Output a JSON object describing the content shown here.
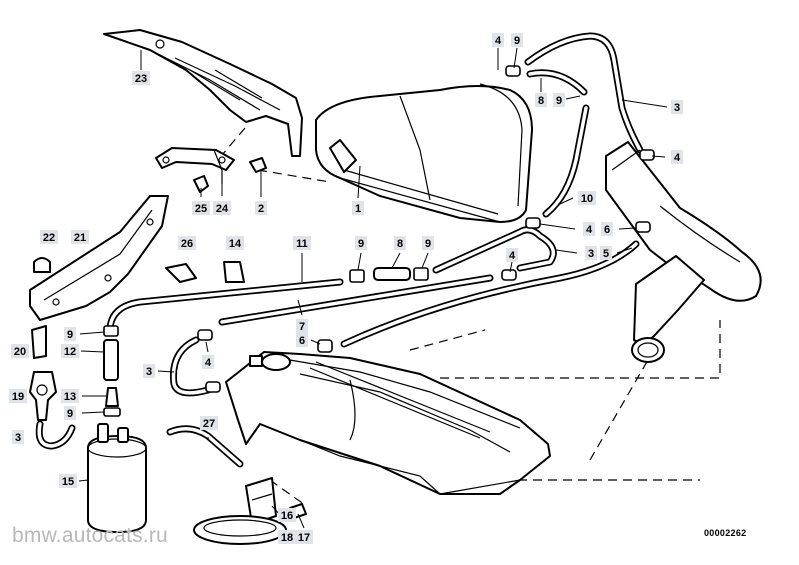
{
  "diagram": {
    "number": "00002262",
    "watermark": "bmw.autocats.ru",
    "callouts": [
      {
        "id": "c23",
        "label": "23"
      },
      {
        "id": "c25",
        "label": "25"
      },
      {
        "id": "c24",
        "label": "24"
      },
      {
        "id": "c2",
        "label": "2"
      },
      {
        "id": "c1",
        "label": "1"
      },
      {
        "id": "c4a",
        "label": "4"
      },
      {
        "id": "c9a",
        "label": "9"
      },
      {
        "id": "c8a",
        "label": "8"
      },
      {
        "id": "c9b",
        "label": "9"
      },
      {
        "id": "c3a",
        "label": "3"
      },
      {
        "id": "c4b",
        "label": "4"
      },
      {
        "id": "c10",
        "label": "10"
      },
      {
        "id": "c4c",
        "label": "4"
      },
      {
        "id": "c3b",
        "label": "3"
      },
      {
        "id": "c6a",
        "label": "6"
      },
      {
        "id": "c5",
        "label": "5"
      },
      {
        "id": "c4d",
        "label": "4"
      },
      {
        "id": "c22",
        "label": "22"
      },
      {
        "id": "c21",
        "label": "21"
      },
      {
        "id": "c26",
        "label": "26"
      },
      {
        "id": "c14",
        "label": "14"
      },
      {
        "id": "c11",
        "label": "11"
      },
      {
        "id": "c9c",
        "label": "9"
      },
      {
        "id": "c8b",
        "label": "8"
      },
      {
        "id": "c9d",
        "label": "9"
      },
      {
        "id": "c7",
        "label": "7"
      },
      {
        "id": "c6b",
        "label": "6"
      },
      {
        "id": "c9e",
        "label": "9"
      },
      {
        "id": "c12",
        "label": "12"
      },
      {
        "id": "c20",
        "label": "20"
      },
      {
        "id": "c19",
        "label": "19"
      },
      {
        "id": "c13",
        "label": "13"
      },
      {
        "id": "c9f",
        "label": "9"
      },
      {
        "id": "c3c",
        "label": "3"
      },
      {
        "id": "c15",
        "label": "15"
      },
      {
        "id": "c3d",
        "label": "3"
      },
      {
        "id": "c4e",
        "label": "4"
      },
      {
        "id": "c27",
        "label": "27"
      },
      {
        "id": "c16",
        "label": "16"
      },
      {
        "id": "c17",
        "label": "17"
      },
      {
        "id": "c18",
        "label": "18"
      }
    ]
  }
}
